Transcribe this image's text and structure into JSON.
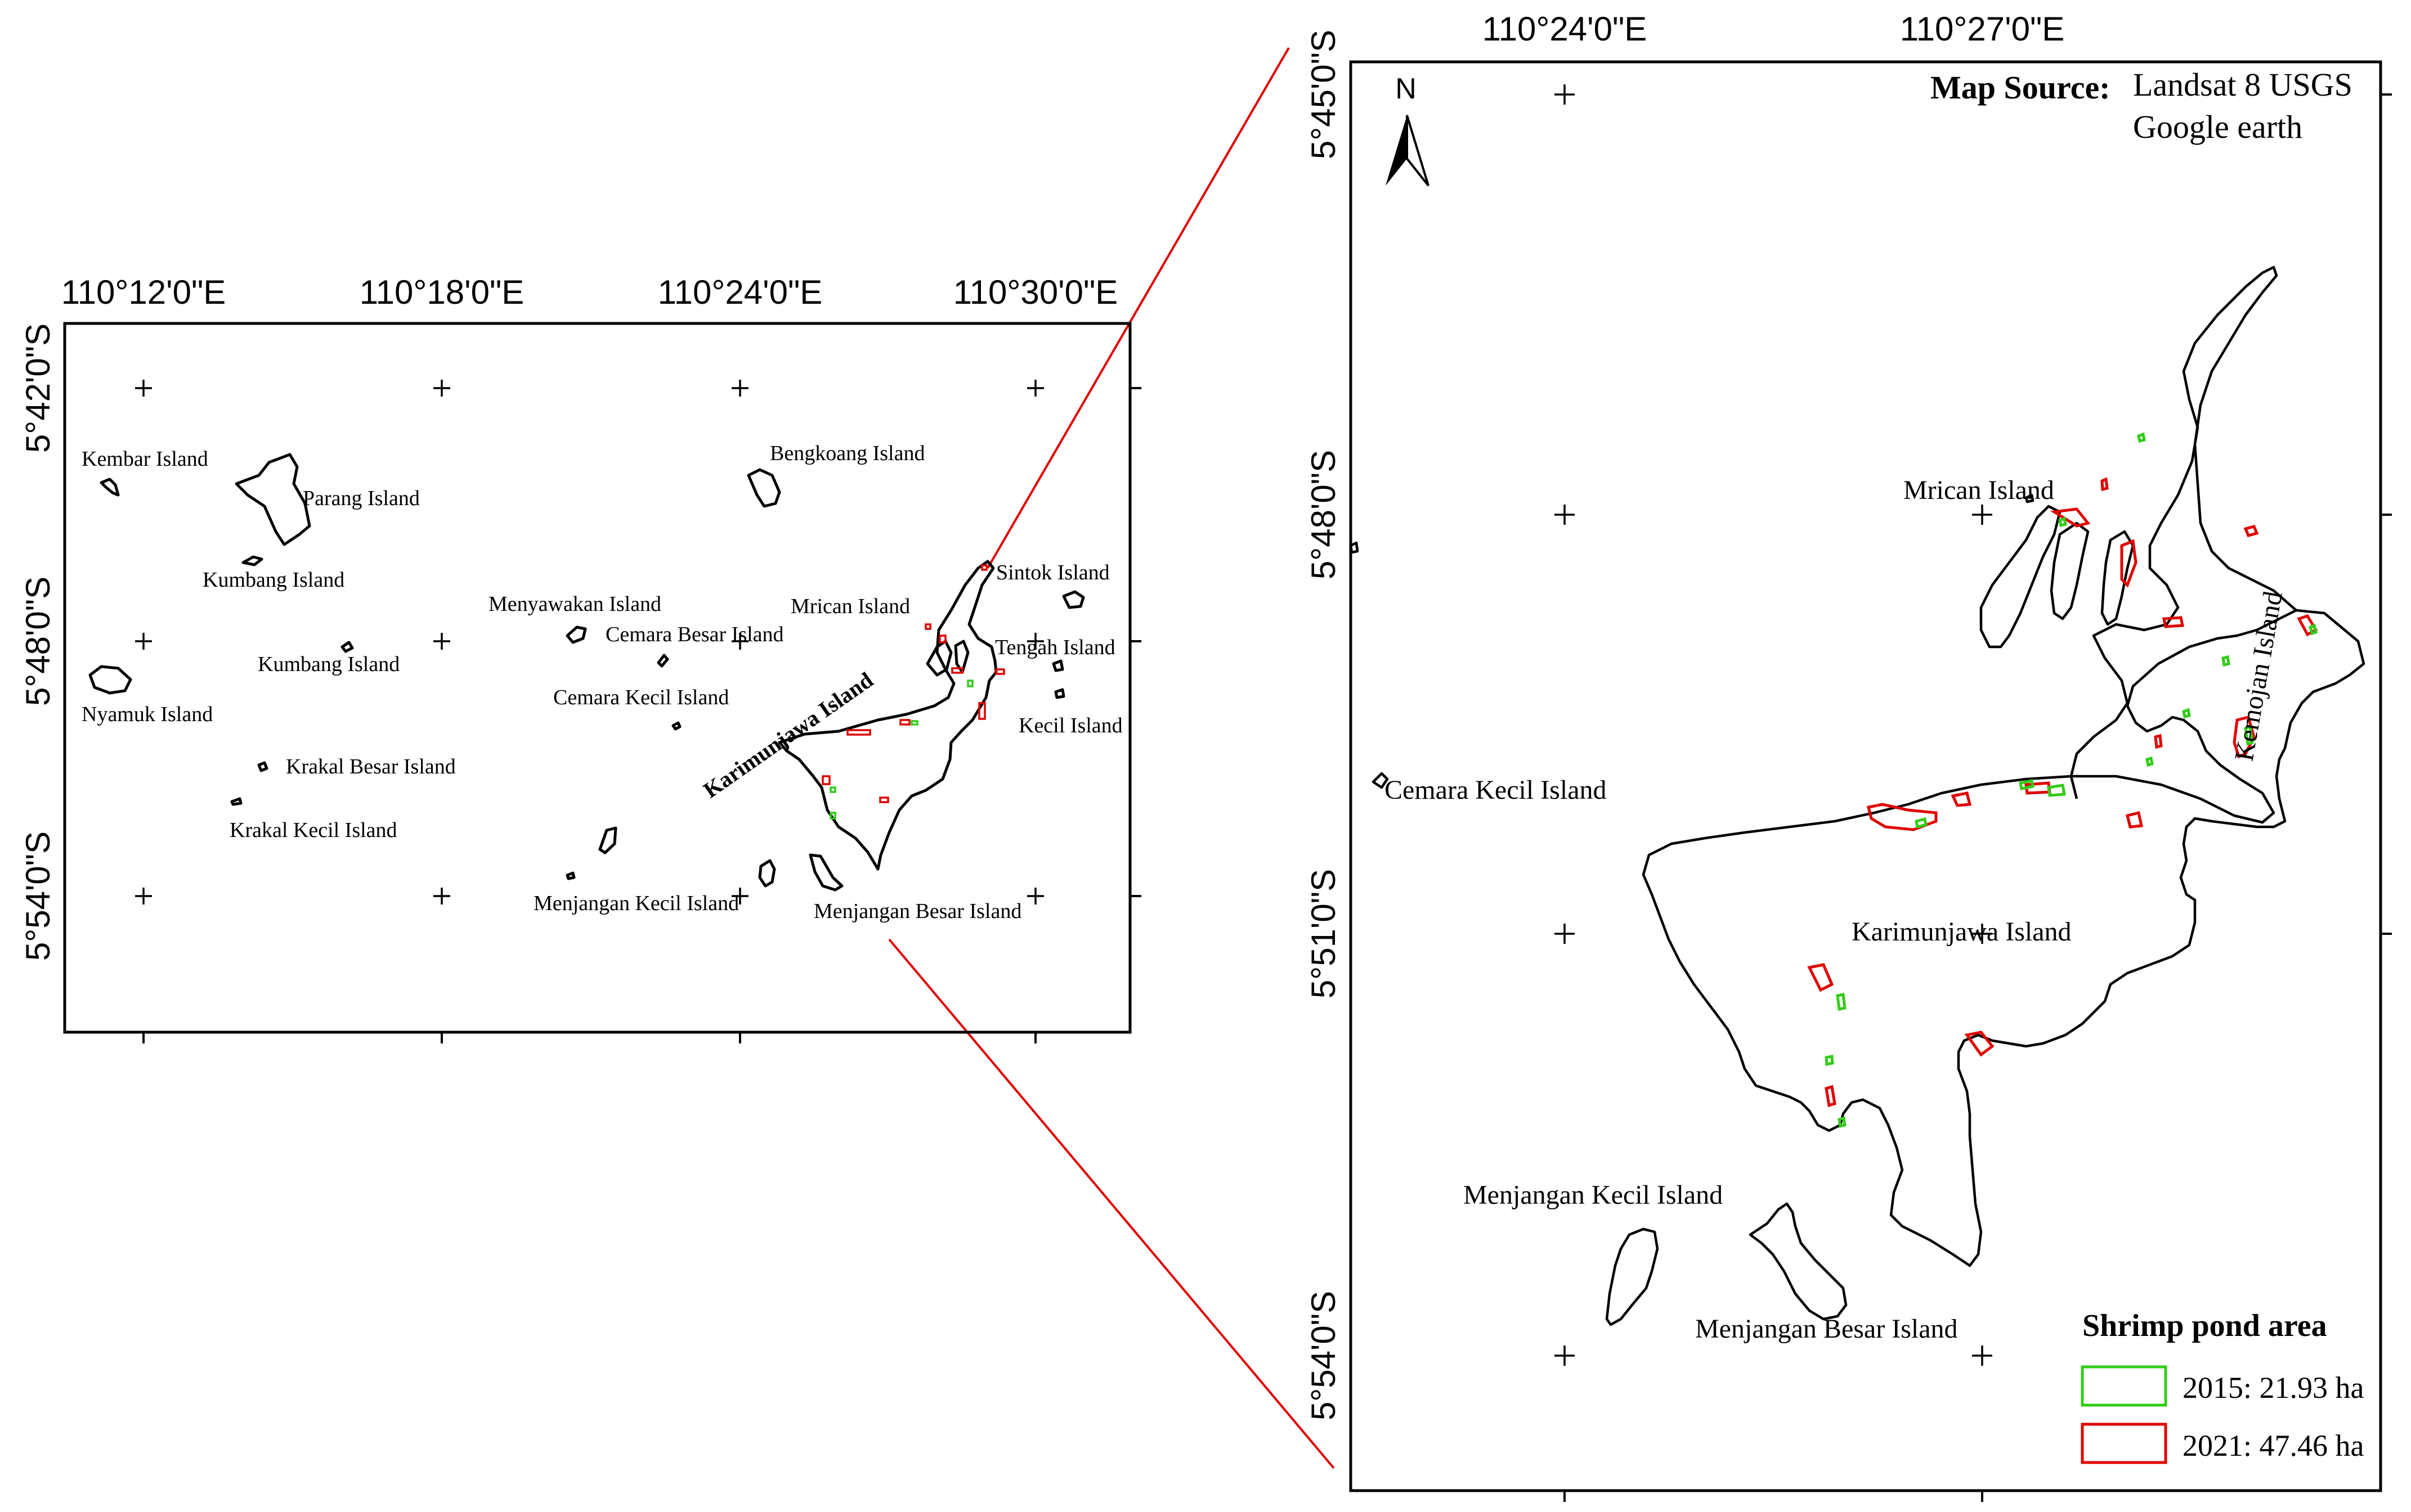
{
  "overview_map": {
    "top_coords": [
      "110°12'0\"E",
      "110°18'0\"E",
      "110°24'0\"E",
      "110°30'0\"E"
    ],
    "left_coords": [
      "5°42'0\"S",
      "5°48'0\"S",
      "5°54'0\"S"
    ],
    "islands": {
      "kembar": "Kembar Island",
      "parang": "Parang Island",
      "kumbang_1": "Kumbang Island",
      "kumbang_2": "Kumbang Island",
      "nyamuk": "Nyamuk Island",
      "krakal_besar": "Krakal Besar Island",
      "krakal_kecil": "Krakal Kecil Island",
      "bengkoang": "Bengkoang Island",
      "menyawakan": "Menyawakan Island",
      "cemara_besar": "Cemara Besar Island",
      "cemara_kecil": "Cemara Kecil Island",
      "mrican": "Mrican Island",
      "sintok": "Sintok Island",
      "tengah": "Tengah Island",
      "kecil": "Kecil Island",
      "karimunjawa": "Karimunjawa Island",
      "menjangan_kecil": "Menjangan Kecil Island",
      "menjangan_besar": "Menjangan Besar Island"
    }
  },
  "detail_map": {
    "top_coords": [
      "110°24'0\"E",
      "110°27'0\"E"
    ],
    "left_coords": [
      "5°45'0\"S",
      "5°48'0\"S",
      "5°51'0\"S",
      "5°54'0\"S"
    ],
    "north_arrow": "N",
    "map_source_label": "Map Source:",
    "map_source_line1": "Landsat 8 USGS",
    "map_source_line2": "Google earth",
    "islands": {
      "mrican": "Mrican Island",
      "kemojan": "Kemojan Island",
      "cemara_kecil": "Cemara Kecil Island",
      "karimunjawa": "Karimunjawa Island",
      "menjangan_kecil": "Menjangan Kecil Island",
      "menjangan_besar": "Menjangan Besar Island"
    },
    "legend": {
      "title": "Shrimp pond area",
      "items": [
        {
          "label": "2015: 21.93 ha",
          "color": "#33cc1a"
        },
        {
          "label": "2021: 47.46 ha",
          "color": "#e00000"
        }
      ]
    }
  },
  "colors": {
    "pond_2015": "#33cc1a",
    "pond_2021": "#e00000",
    "connector": "#e00000",
    "outline": "#000000"
  }
}
